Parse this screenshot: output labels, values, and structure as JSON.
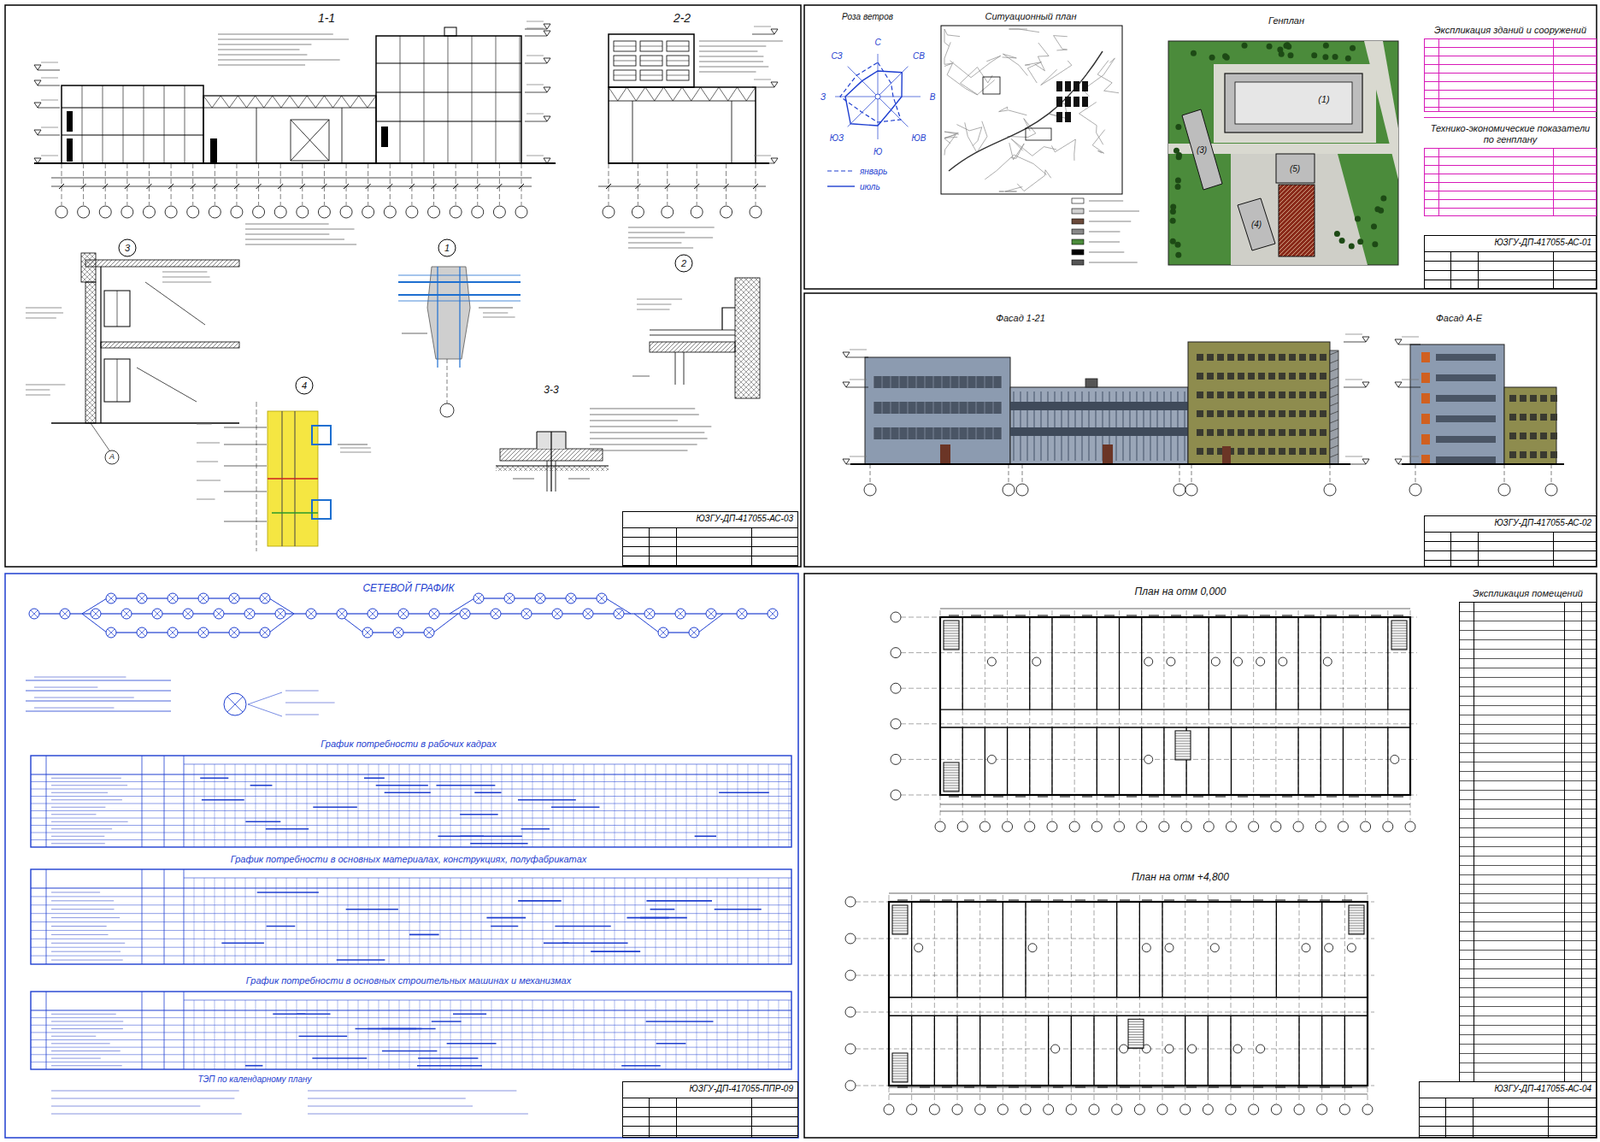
{
  "diagram": {
    "nodes": [
      {
        "text": [
          "ЮЗГУ-ДП-417055-АС-03"
        ]
      },
      {
        "text": [
          "Экспликация зданий и сооружений"
        ]
      },
      {
        "text": [
          "Технико-экономические показатели по генплану"
        ]
      },
      {
        "text": [
          "ЮЗГУ-ДП-417055-АС-01"
        ]
      },
      {
        "text": [
          "ЮЗГУ-ДП-417055-АС-02"
        ]
      },
      {
        "text": [
          "ЮЗГУ-ДП-417055-ППР-09"
        ]
      },
      {
        "text": [
          "Экспликация помещений"
        ]
      },
      {
        "text": [
          "ЮЗГУ-ДП-417055-АС-04"
        ]
      }
    ],
    "labels": [
      "1-1",
      "2-2",
      "3",
      "1",
      "2",
      "4",
      "3-3",
      "А",
      "Роза ветров",
      "С",
      "СВ",
      "В",
      "ЮВ",
      "Ю",
      "ЮЗ",
      "З",
      "СЗ",
      "Ситуационный план",
      "Генплан",
      "(1)",
      "(3)",
      "(4)",
      "(5)",
      "Фасад 1-21",
      "Фасад А-Е",
      "СЕТЕВОЙ ГРАФИК",
      "График потребности в рабочих кадрах",
      "График потребности в основных материалах, конструкциях, полуфабрикатах",
      "График потребности в основных строительных машинах и механизмах",
      "ТЭП по календарному плану",
      "План на отм 0,000",
      "План на отм +4,800"
    ],
    "legend": [
      {
        "text": "январь"
      },
      {
        "text": "июль"
      }
    ]
  }
}
